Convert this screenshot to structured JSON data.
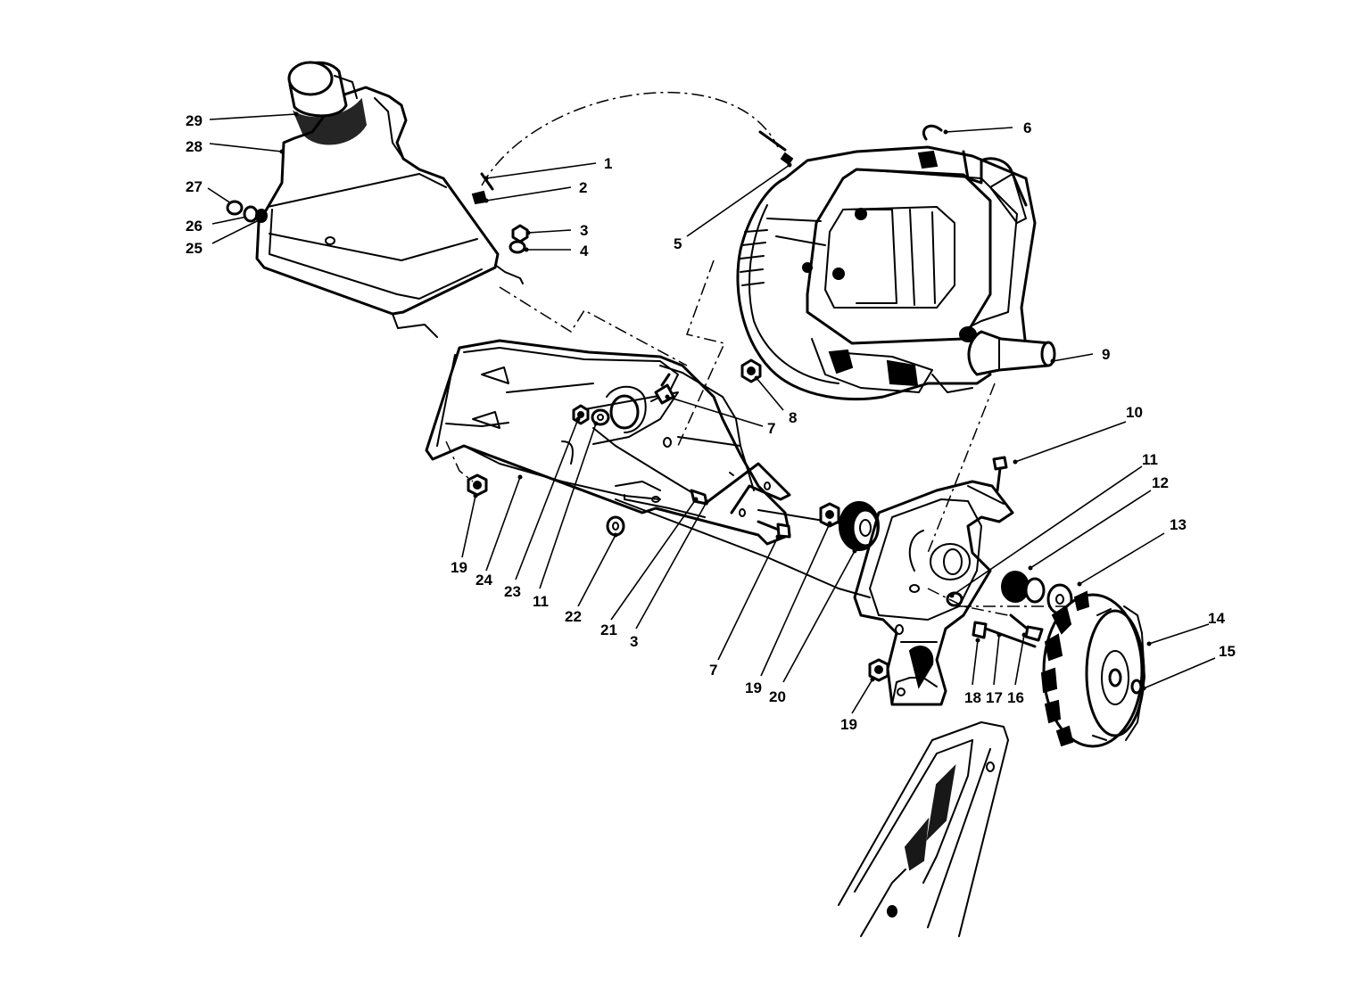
{
  "callouts": {
    "c1": "1",
    "c2": "2",
    "c3a": "3",
    "c4": "4",
    "c5": "5",
    "c6": "6",
    "c7a": "7",
    "c8": "8",
    "c9": "9",
    "c10": "10",
    "c11a": "11",
    "c12": "12",
    "c13": "13",
    "c14": "14",
    "c15": "15",
    "c16": "16",
    "c17": "17",
    "c18": "18",
    "c19a": "19",
    "c19b": "19",
    "c19c": "19",
    "c20": "20",
    "c21": "21",
    "c3b": "3",
    "c22": "22",
    "c11b": "11",
    "c23": "23",
    "c24": "24",
    "c7b": "7",
    "c25": "25",
    "c26": "26",
    "c27": "27",
    "c28": "28",
    "c29": "29"
  }
}
